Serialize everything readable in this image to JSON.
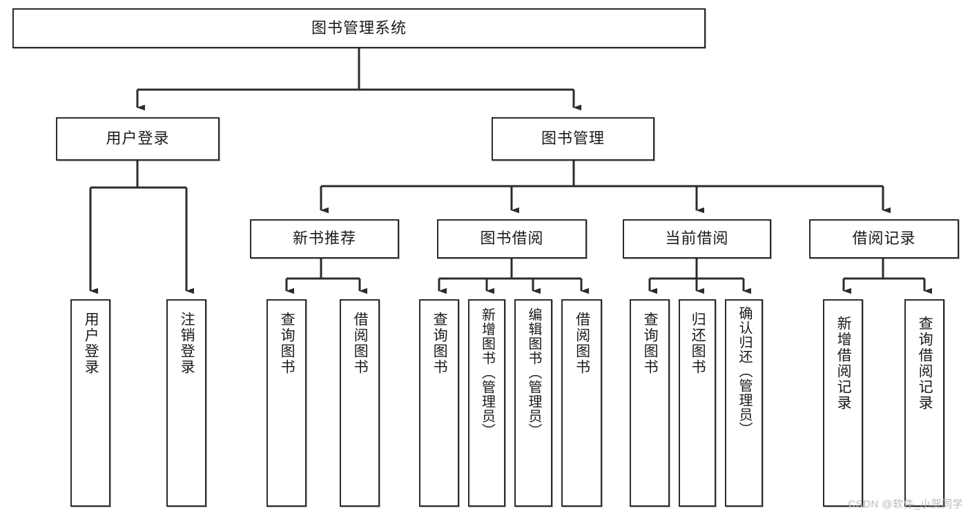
{
  "diagram": {
    "title": "图书管理系统",
    "type": "tree",
    "watermark": "CSDN @软件_小贺同学",
    "colors": {
      "box_border": "#2b2b2b",
      "box_fill": "#ffffff",
      "connector": "#2b2b2b",
      "text": "#1a1a1a",
      "watermark": "#b9b9b9"
    },
    "levels": {
      "root": "图书管理系统",
      "level2": [
        "用户登录",
        "图书管理"
      ],
      "level3": [
        "新书推荐",
        "图书借阅",
        "当前借阅",
        "借阅记录"
      ]
    }
  },
  "nodes": {
    "root": {
      "label": "图书管理系统"
    },
    "user_login": {
      "label": "用户登录"
    },
    "book_manage": {
      "label": "图书管理"
    },
    "new_book_rec": {
      "label": "新书推荐"
    },
    "book_borrow": {
      "label": "图书借阅"
    },
    "current_borrow": {
      "label": "当前借阅"
    },
    "borrow_record": {
      "label": "借阅记录"
    }
  },
  "leaves": {
    "user_login": [
      {
        "label": "用户登录"
      },
      {
        "label": "注销登录"
      }
    ],
    "new_book_rec": [
      {
        "label": "查询图书"
      },
      {
        "label": "借阅图书"
      }
    ],
    "book_borrow": [
      {
        "label": "查询图书"
      },
      {
        "label": "新增图书（管理员）"
      },
      {
        "label": "编辑图书（管理员）"
      },
      {
        "label": "借阅图书"
      }
    ],
    "current_borrow": [
      {
        "label": "查询图书"
      },
      {
        "label": "归还图书"
      },
      {
        "label": "确认归还（管理员）"
      }
    ],
    "borrow_record": [
      {
        "label": "新增借阅记录"
      },
      {
        "label": "查询借阅记录"
      }
    ]
  }
}
